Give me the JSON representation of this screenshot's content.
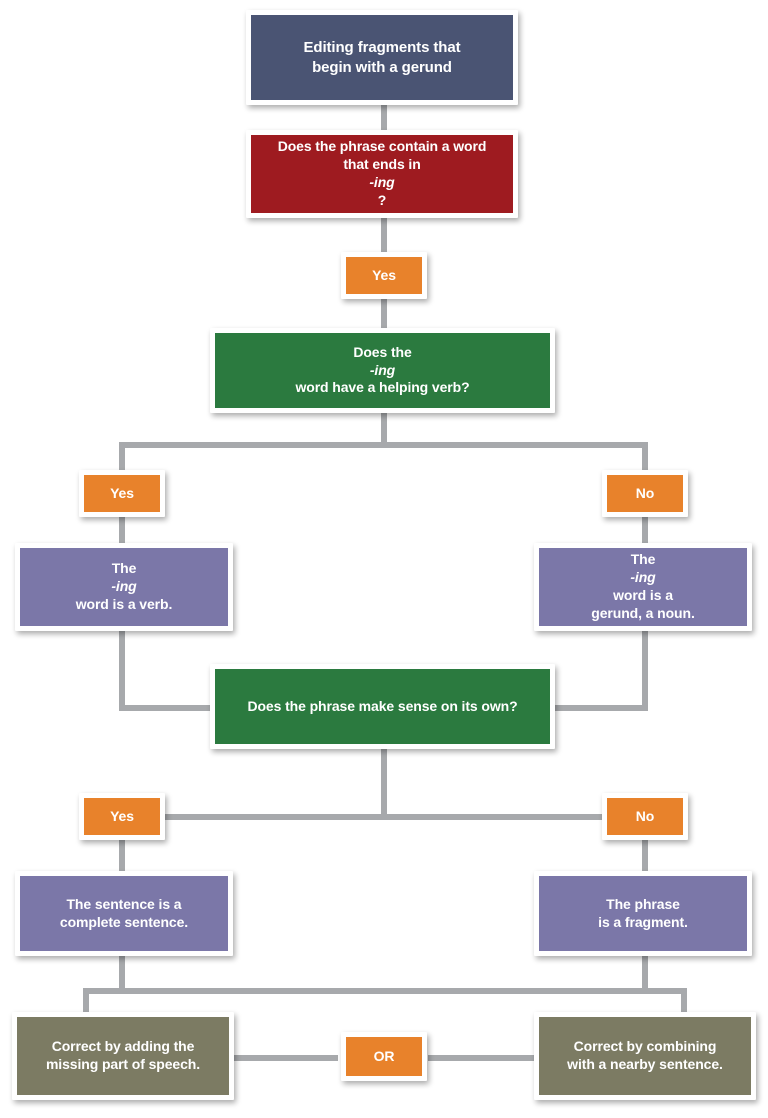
{
  "diagram": {
    "title": "Editing fragments that begin with a gerund",
    "palette": {
      "slate": "#4a5473",
      "red": "#9e1b20",
      "green": "#2b7a3f",
      "orange": "#e8822b",
      "purple": "#7b77a8",
      "olive": "#7c7b63",
      "connector": "#a7a9ac",
      "frame": "#ffffff",
      "background": "#ffffff",
      "text": "#ffffff"
    },
    "nodes": {
      "title_box": {
        "line1": "Editing fragments that",
        "line2": "begin with a gerund",
        "color": "slate"
      },
      "q_contains_ing": {
        "line1_a": "Does the phrase contain a word",
        "line2_a": "that ends in ",
        "line2_em": "-ing",
        "line2_b": "?",
        "color": "red"
      },
      "yes_1": {
        "label": "Yes",
        "color": "orange"
      },
      "q_helping_verb": {
        "pre": "Does the  ",
        "em": "-ing",
        "post": " word have a helping verb?",
        "color": "green"
      },
      "yes_2": {
        "label": "Yes",
        "color": "orange"
      },
      "no_2": {
        "label": "No",
        "color": "orange"
      },
      "ing_is_verb": {
        "pre": "The ",
        "em": "-ing",
        "post": " word is a verb.",
        "color": "purple"
      },
      "ing_is_gerund": {
        "pre": "The ",
        "em": "-ing",
        "post": " word is a",
        "line2": "gerund, a noun.",
        "color": "purple"
      },
      "q_makes_sense": {
        "text": "Does the phrase make sense on its own?",
        "color": "green"
      },
      "yes_3": {
        "label": "Yes",
        "color": "orange"
      },
      "no_3": {
        "label": "No",
        "color": "orange"
      },
      "complete_sentence": {
        "line1": "The sentence is a",
        "line2": "complete sentence.",
        "color": "purple"
      },
      "is_fragment": {
        "line1": "The phrase",
        "line2": "is a fragment.",
        "color": "purple"
      },
      "correct_add": {
        "line1": "Correct by adding the",
        "line2": "missing part of speech.",
        "color": "olive"
      },
      "or_box": {
        "label": "OR",
        "color": "orange"
      },
      "correct_combine": {
        "line1": "Correct by combining",
        "line2": "with a nearby sentence.",
        "color": "olive"
      }
    }
  }
}
